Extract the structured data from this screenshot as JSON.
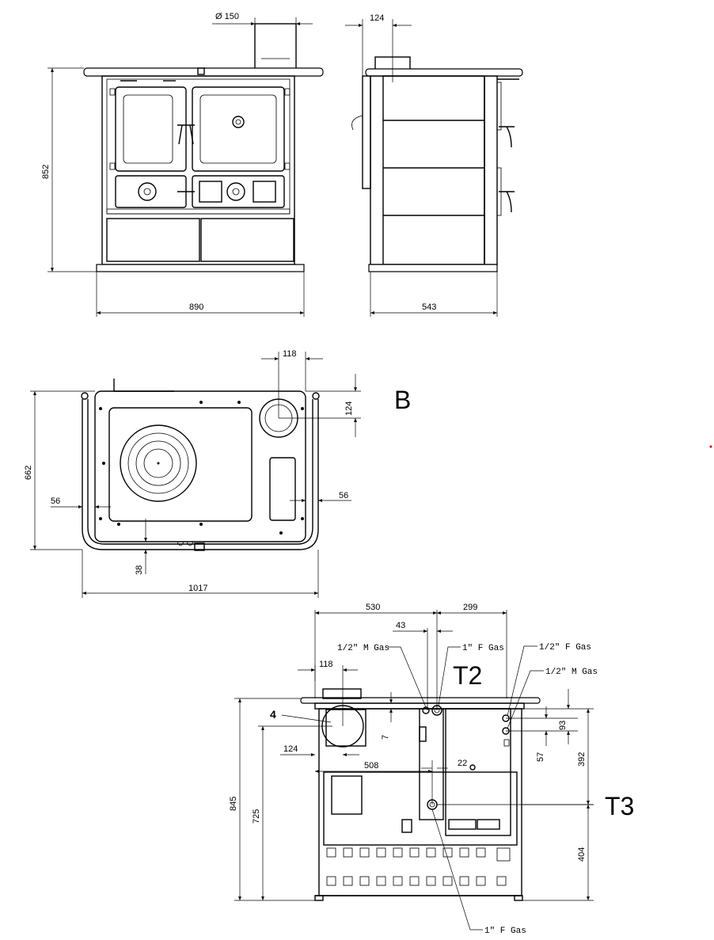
{
  "dimensions": {
    "flue_diameter": "Ø 150",
    "side_flue_offset": "124",
    "front_height": "852",
    "front_width": "890",
    "side_depth": "543",
    "top_flue_offset": "118",
    "top_flue_depth": "124",
    "top_depth": "662",
    "top_margin_left": "56",
    "top_margin_right": "56",
    "top_margin_bottom": "38",
    "top_width": "1017",
    "rear_left": "530",
    "rear_right": "299",
    "rear_gap": "43",
    "rear_flue_offset": "118",
    "rear_gap_small": "7",
    "rear_flue_height": "124",
    "rear_flue_center": "508",
    "rear_spacing": "22",
    "rear_h93": "93",
    "rear_h57": "57",
    "rear_h392": "392",
    "rear_h404": "404",
    "rear_h845": "845",
    "rear_h725": "725"
  },
  "labels": {
    "view_b": "B",
    "t2": "T2",
    "t3": "T3",
    "ref_4": "4",
    "gas_half_m_left": "1/2\" M Gas",
    "gas_one_f_top": "1\" F Gas",
    "gas_half_f_right": "1/2\" F Gas",
    "gas_half_m_right": "1/2\" M Gas",
    "gas_one_f_bottom": "1\" F Gas"
  },
  "colors": {
    "line": "#000000",
    "background": "#ffffff",
    "marker": "#cc0000"
  }
}
